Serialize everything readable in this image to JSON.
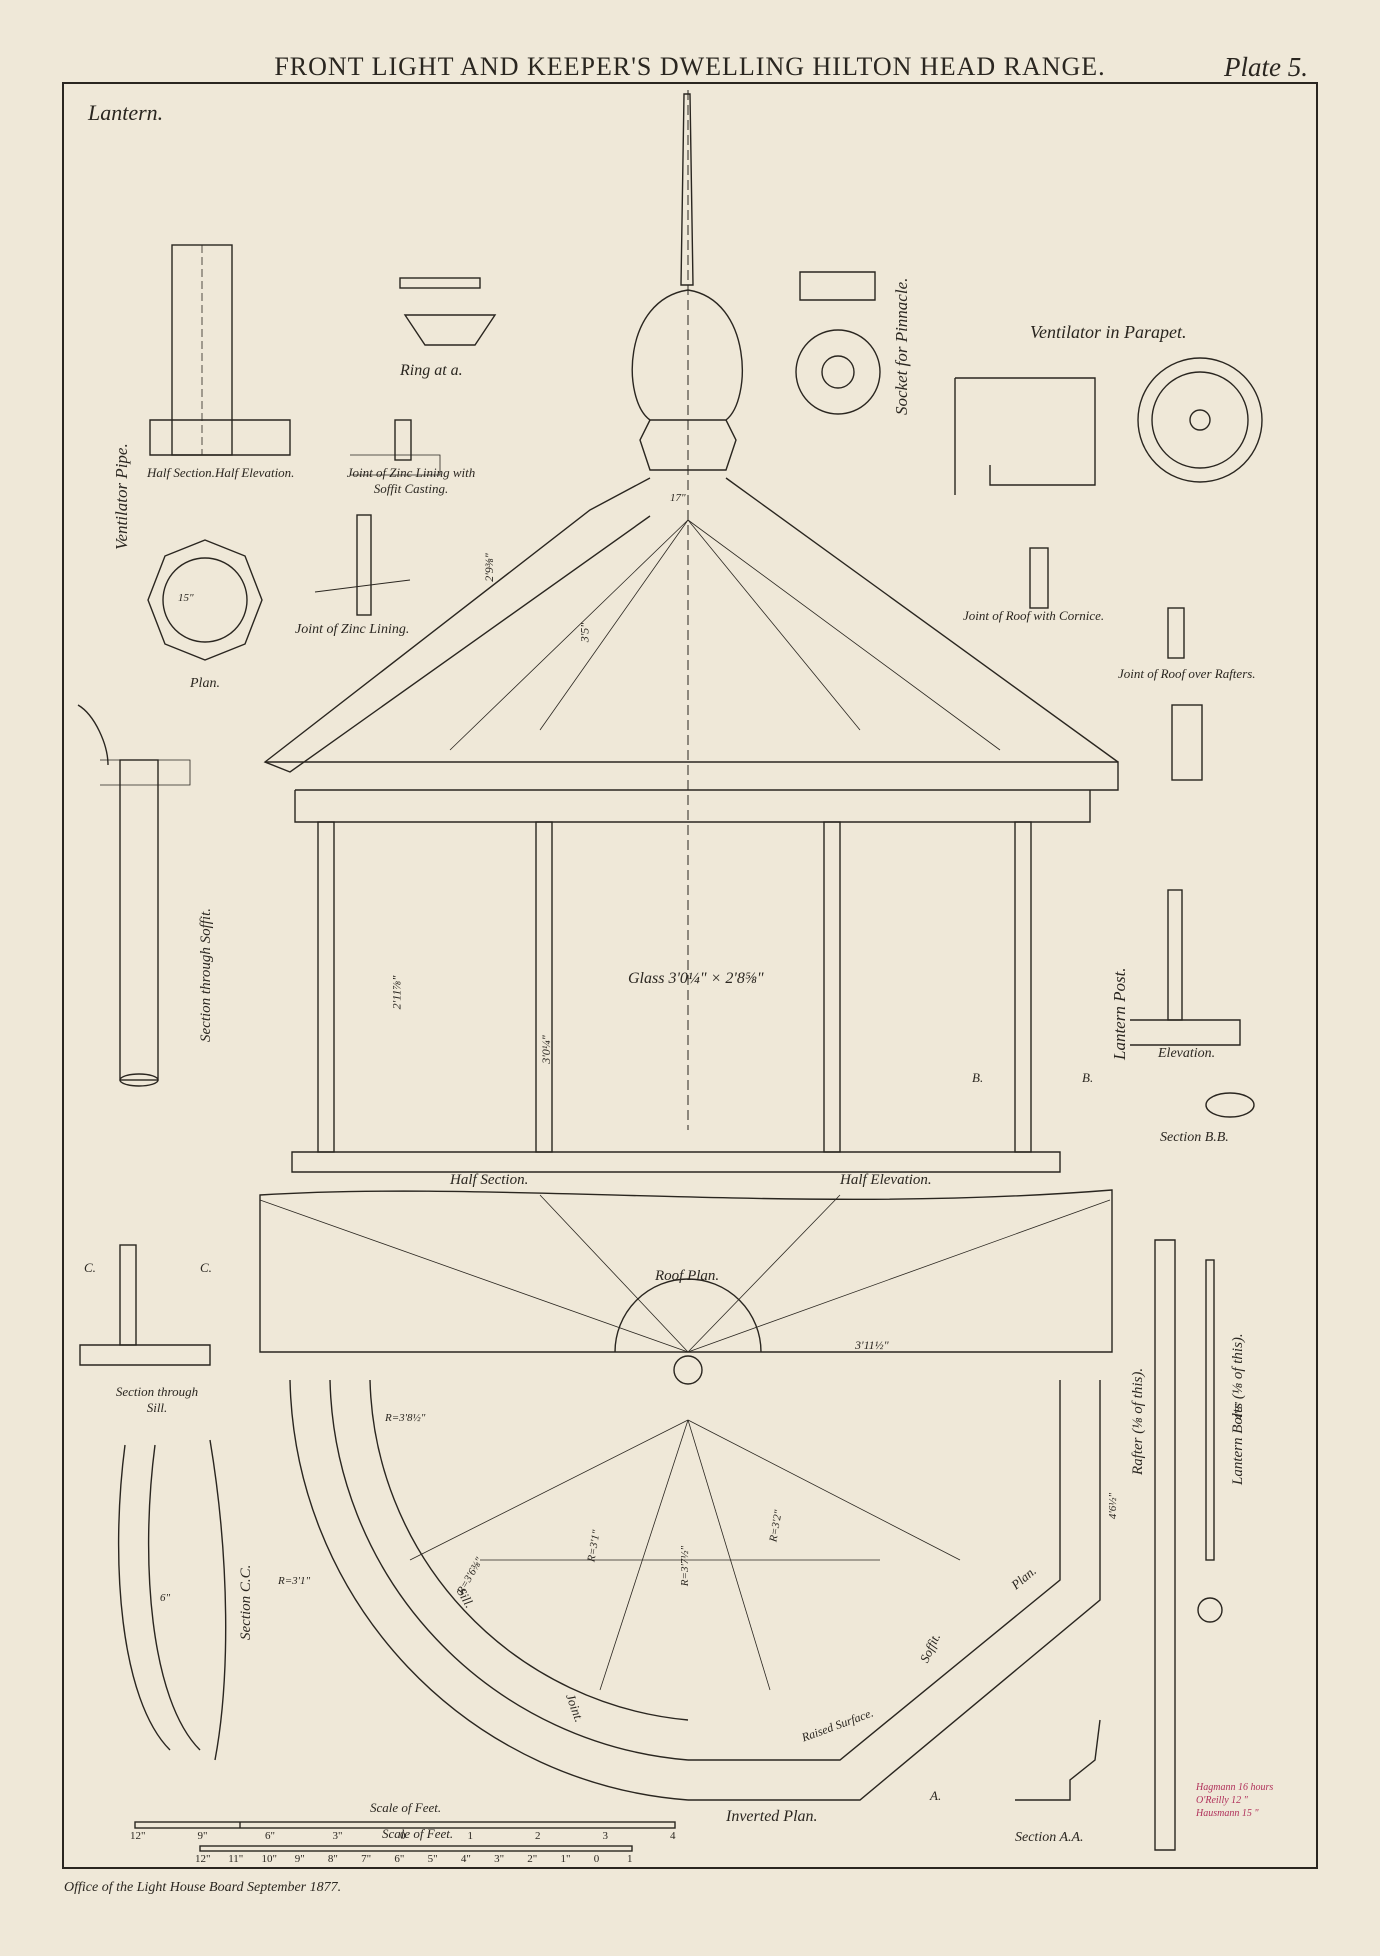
{
  "header": {
    "title": "FRONT LIGHT AND KEEPER'S DWELLING HILTON HEAD RANGE.",
    "plate": "Plate 5."
  },
  "labels": {
    "lantern": "Lantern.",
    "ring_at_a": "Ring at a.",
    "half_section_small": "Half Section.",
    "half_elevation_small": "Half Elevation.",
    "ventilator_pipe": "Ventilator Pipe.",
    "joint_zinc_soffit": "Joint of Zinc Lining with Soffit Casting.",
    "joint_zinc": "Joint of Zinc Lining.",
    "plan": "Plan.",
    "socket_pinnacle": "Socket for Pinnacle.",
    "ventilator_parapet": "Ventilator in Parapet.",
    "joint_roof_cornice": "Joint of Roof with Cornice.",
    "joint_roof_rafters": "Joint of Roof over Rafters.",
    "section_soffit": "Section through Soffit.",
    "glass": "Glass 3'0¼\" × 2'8⅝\"",
    "lantern_post": "Lantern Post.",
    "elevation": "Elevation.",
    "section_bb": "Section B.B.",
    "half_section": "Half Section.",
    "half_elevation": "Half Elevation.",
    "roof_plan": "Roof Plan.",
    "section_sill": "Section through Sill.",
    "section_cc": "Section C.C.",
    "rafter": "Rafter (⅛ of this).",
    "lantern_bolts": "Lantern Bolts (⅛ of this).",
    "inverted_plan": "Inverted Plan.",
    "section_aa": "Section A.A.",
    "plan_small": "Plan.",
    "soffit": "Soffit.",
    "sill": "Sill.",
    "joint": "Joint.",
    "raised_surface": "Raised Surface.",
    "scale_feet_1": "Scale of Feet.",
    "scale_feet_2": "Scale of Feet.",
    "label_b1": "B.",
    "label_b2": "B.",
    "label_c1": "C.",
    "label_c2": "C.",
    "label_a": "A."
  },
  "dimensions": {
    "d_2ft9": "2'9⅜\"",
    "d_3ft5": "3'5\"",
    "d_2ft11": "2'11⅞\"",
    "d_3ft0": "3'0¼\"",
    "d_3ft11": "3'11½\"",
    "d_r38": "R=3'8½\"",
    "d_r31": "R=3'1\"",
    "d_r36": "R=3'6⅜\"",
    "d_r371": "R=3'7½\"",
    "d_r32": "R=3'2\"",
    "d_r3_1": "R=3'1\"",
    "d_17": "17\"",
    "d_15": "15\"",
    "d_46": "4'6½\"",
    "d_48": "4'8\"",
    "d_6": "6\""
  },
  "scale1": [
    "12\"",
    "9\"",
    "6\"",
    "3\"",
    "0",
    "1",
    "2",
    "3",
    "4"
  ],
  "scale2": [
    "12\"",
    "11\"",
    "10\"",
    "9\"",
    "8\"",
    "7\"",
    "6\"",
    "5\"",
    "4\"",
    "3\"",
    "2\"",
    "1\"",
    "0",
    "1"
  ],
  "footer": "Office of the Light House Board September 1877.",
  "signatures": [
    "Hagmann 16 hours",
    "O'Reilly 12 \"",
    "Hausmann 15 \""
  ],
  "colors": {
    "paper": "#efe8d8",
    "ink": "#2a2620",
    "signature": "#b0305a"
  }
}
